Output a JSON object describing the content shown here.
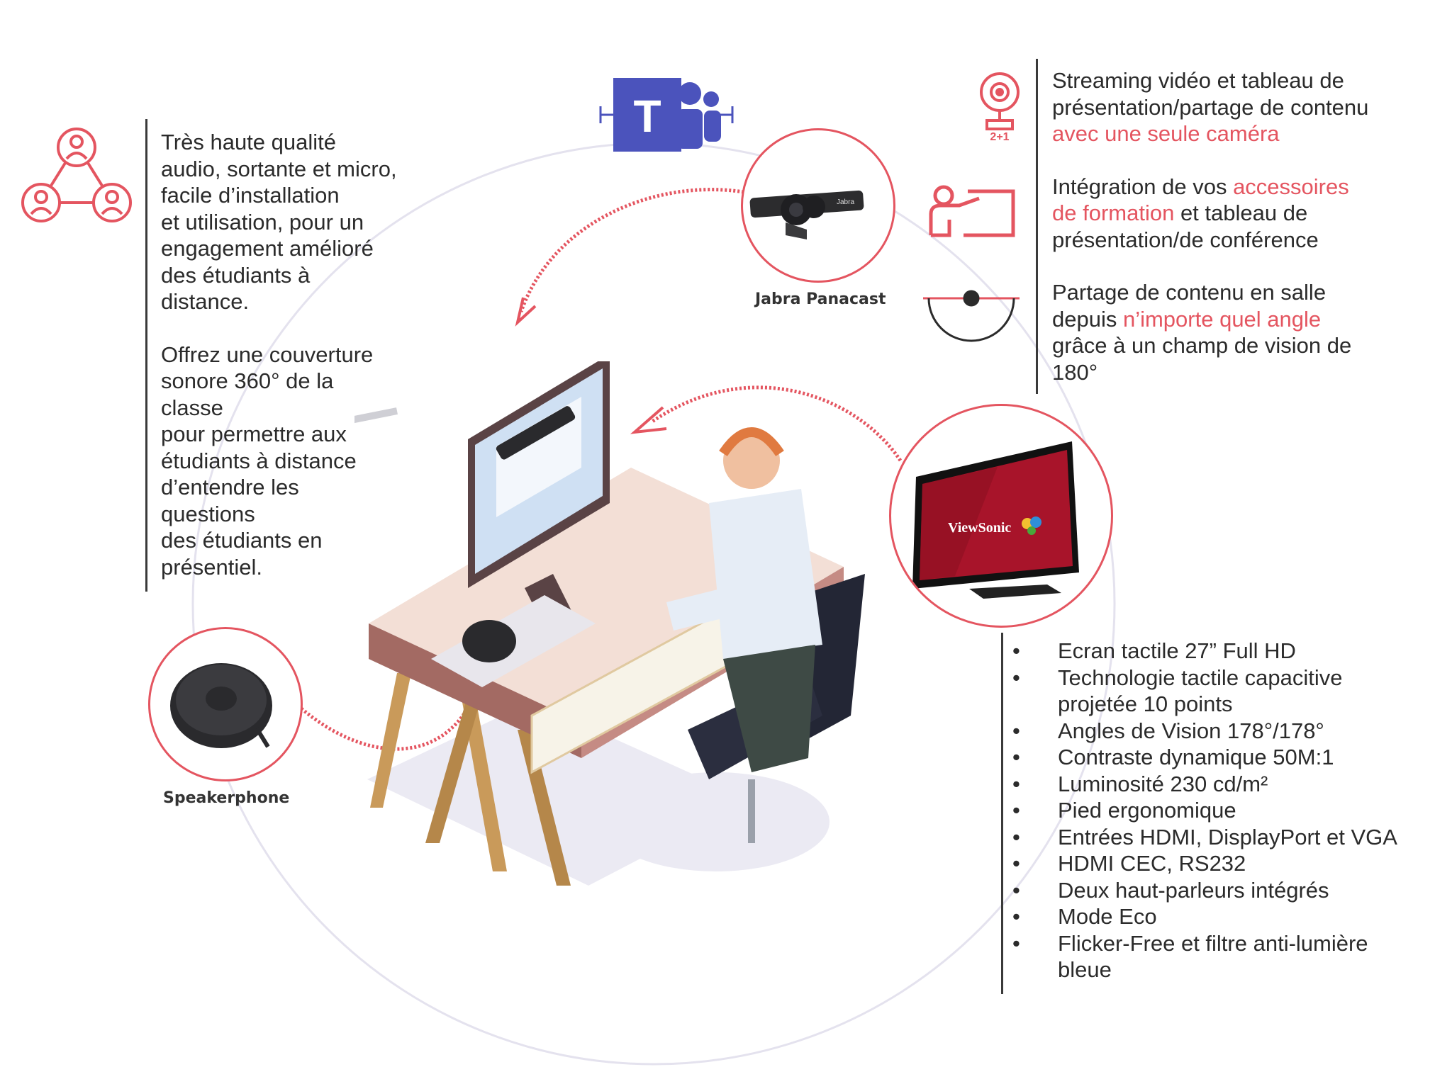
{
  "left_panel": {
    "para1": "Très haute qualité audio, sortante et micro, facile d’installation et utilisation, pour un engagement amélioré des étudiants à distance.",
    "para1_lines": [
      "Très haute qualité",
      "audio, sortante et micro,",
      "facile d’installation",
      "et utilisation, pour un",
      "engagement amélioré",
      "des étudiants à",
      "distance."
    ],
    "para2_lines": [
      "Offrez une couverture",
      "sonore 360° de la",
      "classe",
      "pour permettre aux",
      "étudiants à distance",
      "d’entendre les",
      "questions",
      "des étudiants en",
      "présentiel."
    ]
  },
  "right_top_panel": {
    "block1": {
      "lines": [
        "Streaming vidéo et tableau de",
        "présentation/partage de contenu"
      ],
      "highlight": "avec une seule caméra"
    },
    "block2": {
      "line1_pre": "Intégration de vos ",
      "line1_hl": "accessoires",
      "line2_hl": "de formation",
      "line2_post": " et tableau de",
      "line3": "présentation/de conférence"
    },
    "block3": {
      "line1": "Partage de contenu en salle",
      "line2_pre": "depuis ",
      "line2_hl": "n’importe quel angle",
      "line3": "grâce à un champ de vision de",
      "line4": "180°"
    },
    "camera_icon_label": "2+1"
  },
  "captions": {
    "camera": "Jabra Panacast",
    "speaker": "Speakerphone"
  },
  "display_brand": "ViewSonic",
  "camera_brand": "Jabra",
  "teams_letter": "T",
  "specs": [
    "Ecran tactile 27” Full HD",
    "Technologie tactile capacitive projetée 10 points",
    "Angles de Vision 178°/178°",
    "Contraste dynamique 50M:1",
    "Luminosité 230 cd/m²",
    "Pied ergonomique",
    "Entrées HDMI, DisplayPort et VGA",
    "HDMI CEC, RS232",
    "Deux haut-parleurs intégrés",
    "Mode Eco",
    "Flicker-Free et filtre anti-lumière bleue"
  ],
  "colors": {
    "accent": "#e45560",
    "teams": "#4b53bc",
    "text": "#2b2b2b"
  },
  "icons": [
    "network-people-icon",
    "webcam-icon",
    "presenter-board-icon",
    "field-of-view-180-icon",
    "teams-logo-icon"
  ]
}
